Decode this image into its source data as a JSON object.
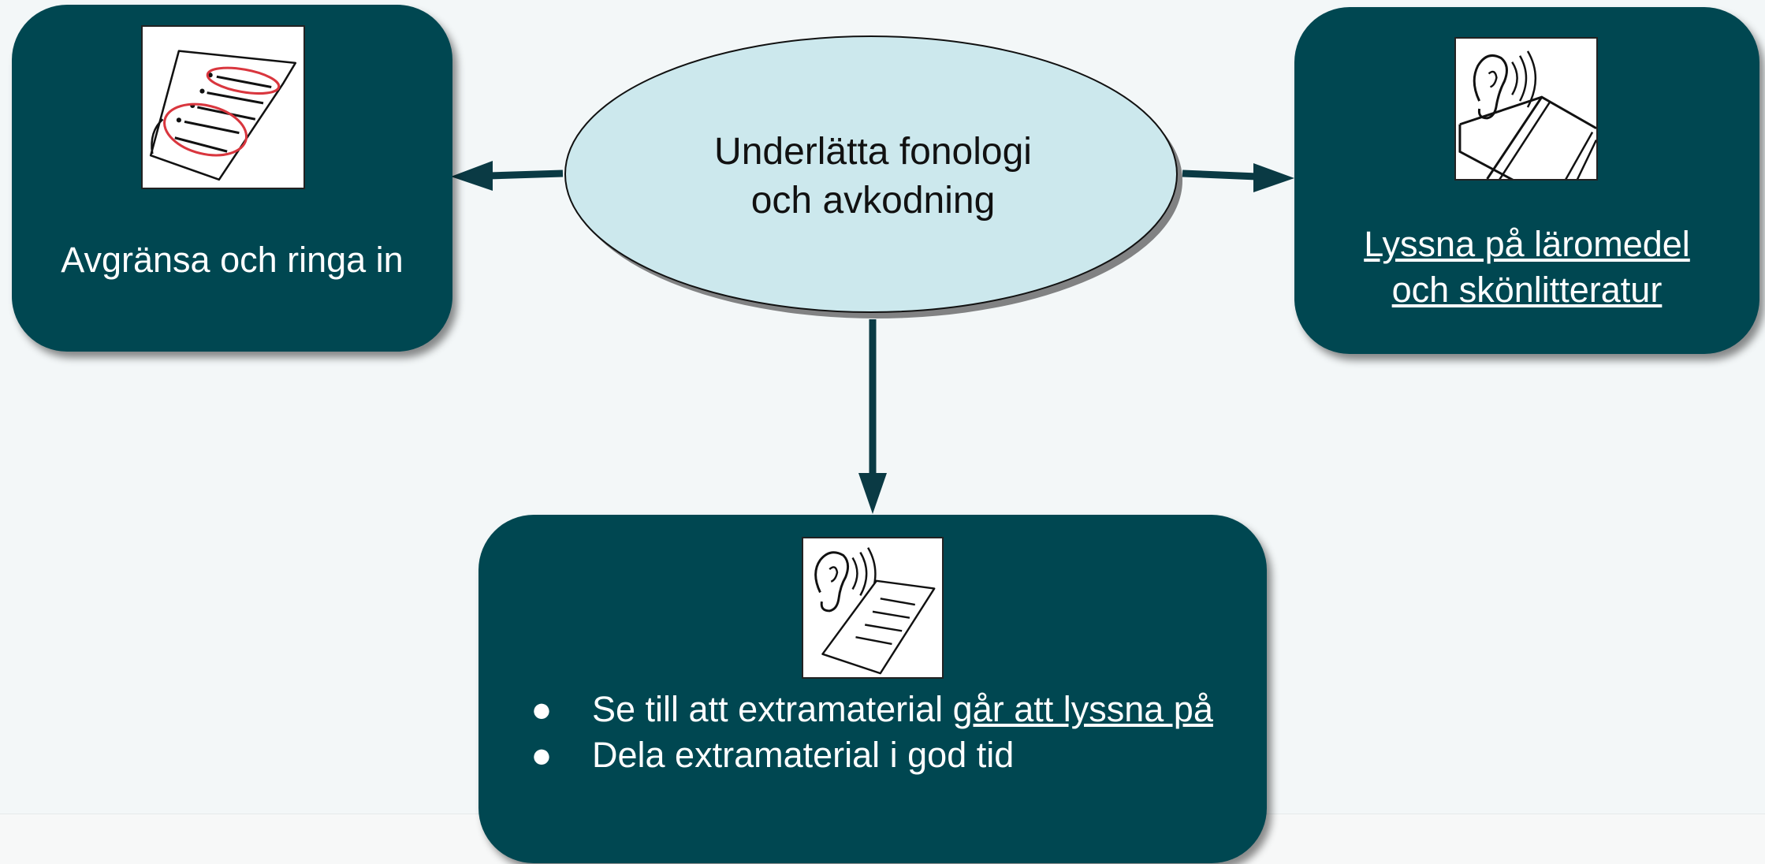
{
  "center": {
    "title_line1": "Underlätta fonologi",
    "title_line2": "och avkodning"
  },
  "left_box": {
    "label": "Avgränsa och ringa in",
    "icon": "circled-text-icon"
  },
  "right_box": {
    "link_line1": "Lyssna på läromedel",
    "link_line2": "och skönlitteratur",
    "icon": "ear-book-icon"
  },
  "bottom_box": {
    "icon": "ear-document-icon",
    "bullet_marker": "●",
    "bullet1_prefix": "Se till att extramaterial ",
    "bullet1_link": "går att lyssna på",
    "bullet2": "Dela extramaterial i god tid"
  },
  "colors": {
    "box": "#004751",
    "ellipse": "#cce8ed",
    "background": "#f3f7f8",
    "arrow": "#0a3a44"
  }
}
